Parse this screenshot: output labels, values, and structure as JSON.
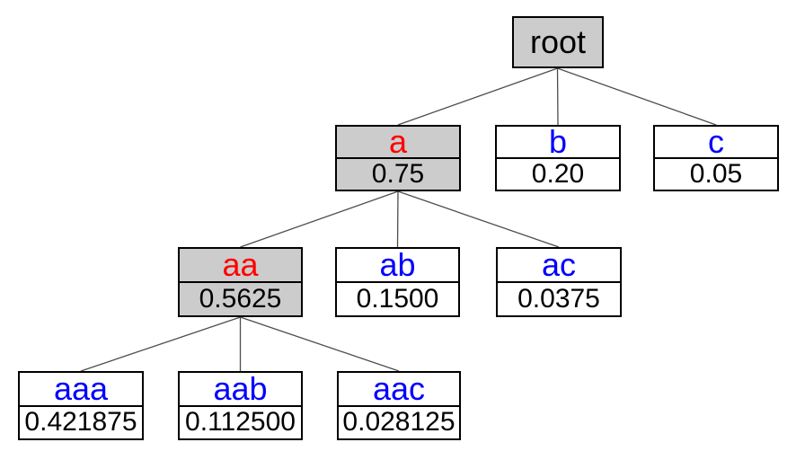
{
  "diagram": {
    "type": "probability-tree"
  },
  "colors": {
    "background": "#ffffff",
    "node_fill_default": "#ffffff",
    "node_fill_highlighted": "#cccccc",
    "node_border": "#000000",
    "label_highlighted": "#ff0000",
    "label_default": "#0000ff",
    "root_label": "#000000",
    "value_text": "#000000",
    "edge_line": "#4d4d4d"
  },
  "nodes": {
    "root": {
      "label": "root",
      "highlighted": true
    },
    "a": {
      "label": "a",
      "value": "0.75",
      "parent": "root",
      "highlighted": true
    },
    "b": {
      "label": "b",
      "value": "0.20",
      "parent": "root",
      "highlighted": false
    },
    "c": {
      "label": "c",
      "value": "0.05",
      "parent": "root",
      "highlighted": false
    },
    "aa": {
      "label": "aa",
      "value": "0.5625",
      "parent": "a",
      "highlighted": true
    },
    "ab": {
      "label": "ab",
      "value": "0.1500",
      "parent": "a",
      "highlighted": false
    },
    "ac": {
      "label": "ac",
      "value": "0.0375",
      "parent": "a",
      "highlighted": false
    },
    "aaa": {
      "label": "aaa",
      "value": "0.421875",
      "parent": "aa",
      "highlighted": false
    },
    "aab": {
      "label": "aab",
      "value": "0.112500",
      "parent": "aa",
      "highlighted": false
    },
    "aac": {
      "label": "aac",
      "value": "0.028125",
      "parent": "aa",
      "highlighted": false
    }
  },
  "edges": [
    [
      "root",
      "a"
    ],
    [
      "root",
      "b"
    ],
    [
      "root",
      "c"
    ],
    [
      "a",
      "aa"
    ],
    [
      "a",
      "ab"
    ],
    [
      "a",
      "ac"
    ],
    [
      "aa",
      "aaa"
    ],
    [
      "aa",
      "aab"
    ],
    [
      "aa",
      "aac"
    ]
  ]
}
